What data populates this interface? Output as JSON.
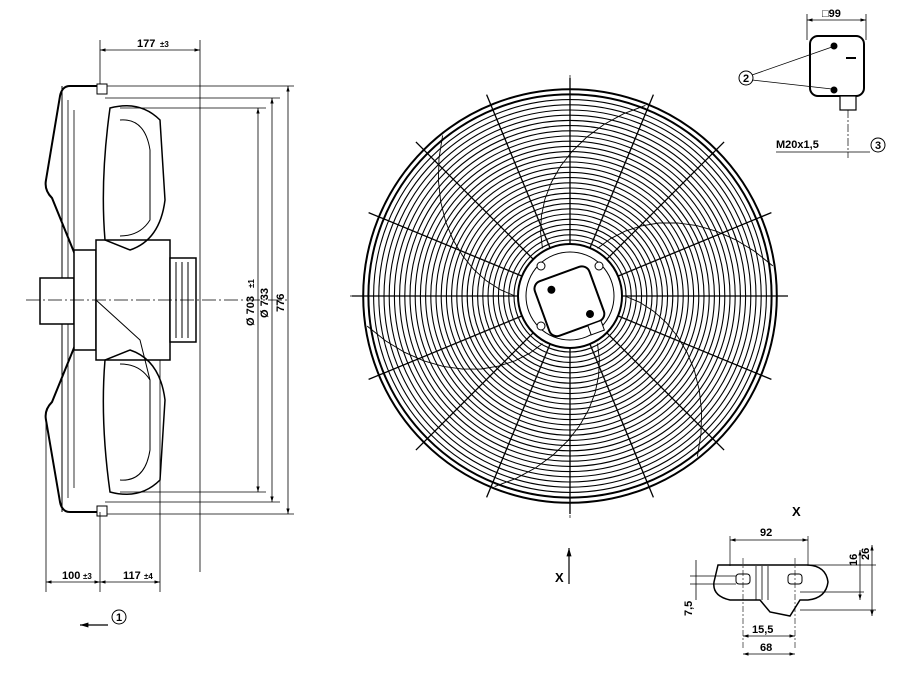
{
  "side_view": {
    "dim_top": "177",
    "dim_top_tol": "±3",
    "dim_left": "100",
    "dim_left_tol": "±3",
    "dim_mid": "117",
    "dim_mid_tol": "±4",
    "dia_1": "Ø 703",
    "dia_1_tol": "±1",
    "dia_2": "Ø 733",
    "dim_776": "776",
    "arrow_callout": "1"
  },
  "front_view": {
    "view_marker": "X"
  },
  "box_detail": {
    "size": "□99",
    "callout_2": "2",
    "thread": "M20x1,5",
    "callout_3": "3"
  },
  "detail_x": {
    "title": "X",
    "dim_92": "92",
    "dim_16": "16",
    "dim_26": "26",
    "dim_7_5": "7,5",
    "dim_15_5": "15,5",
    "dim_68": "68"
  }
}
